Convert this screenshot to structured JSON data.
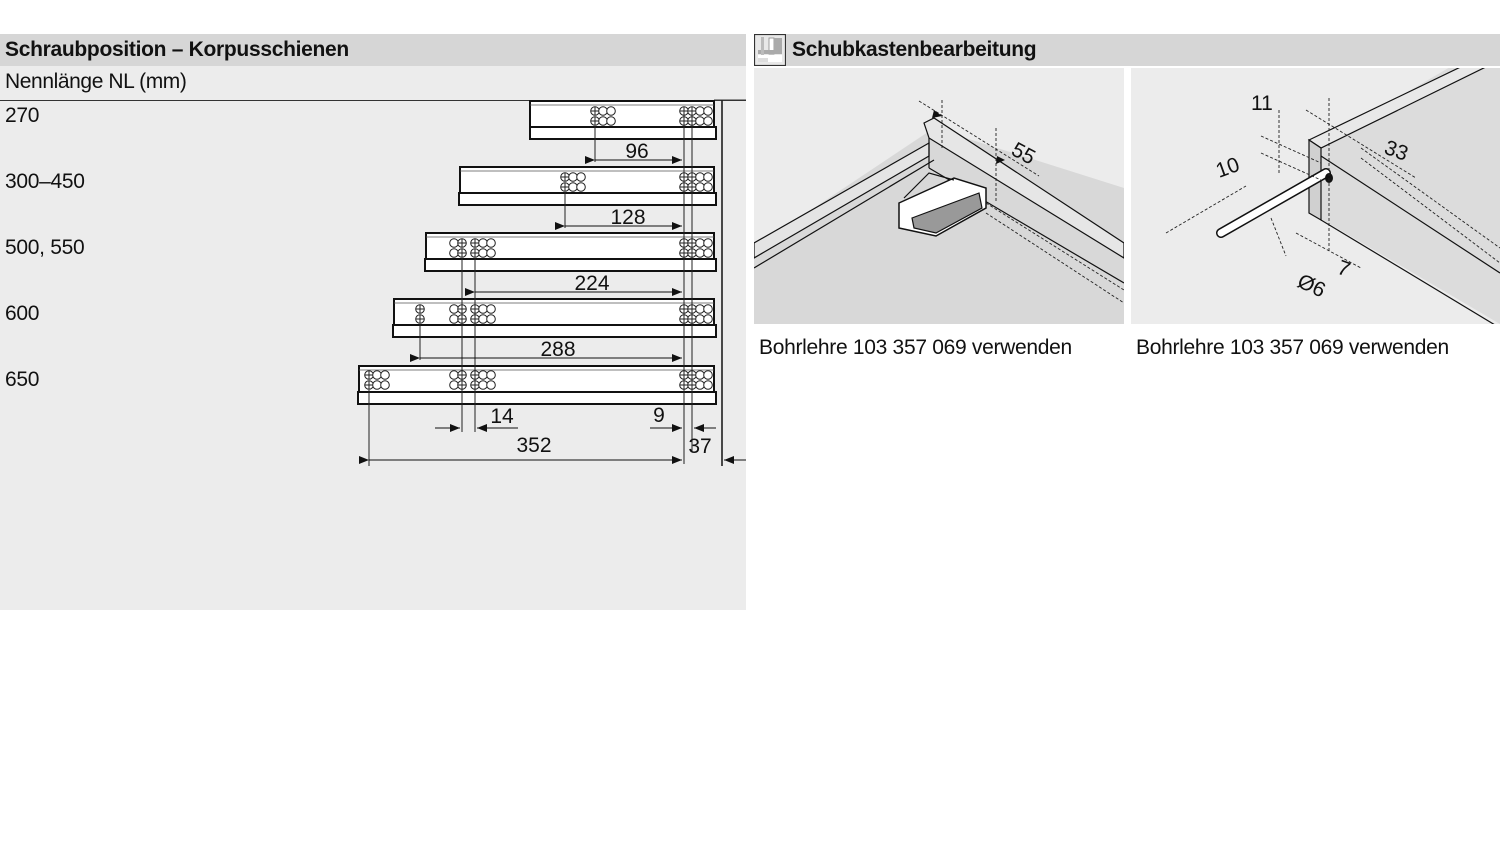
{
  "left_section": {
    "title": "Schraubposition – Korpusschienen",
    "subtitle": "Nennlänge NL (mm)",
    "nominal_lengths": [
      {
        "label": "270"
      },
      {
        "label": "300–450"
      },
      {
        "label": "500, 550"
      },
      {
        "label": "600"
      },
      {
        "label": "650"
      }
    ],
    "dimensions": {
      "d96": "96",
      "d128": "128",
      "d224": "224",
      "d288": "288",
      "d352": "352",
      "d14": "14",
      "d9": "9",
      "d37": "37"
    }
  },
  "right_section": {
    "title": "Schubkastenbearbeitung",
    "icon": "drill-processing-icon",
    "figures": [
      {
        "caption": "Bohrlehre 103 357 069 verwenden",
        "dims": {
          "a": "55"
        }
      },
      {
        "caption": "Bohrlehre 103 357 069 verwenden",
        "dims": {
          "a": "11",
          "b": "33",
          "c": "10",
          "d": "7",
          "e": "Ø6"
        }
      }
    ]
  }
}
